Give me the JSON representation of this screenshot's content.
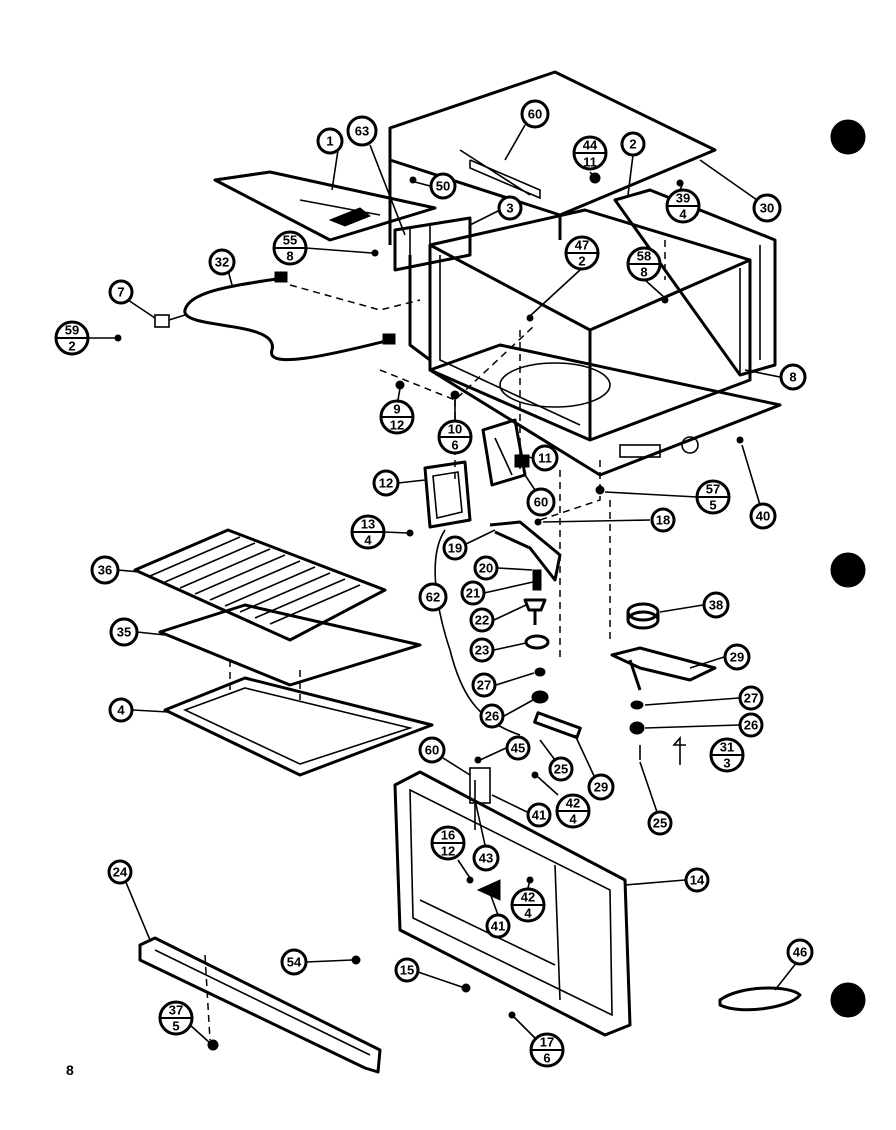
{
  "page_number": "8",
  "callouts": [
    {
      "id": "c1",
      "top": "1"
    },
    {
      "id": "c63",
      "top": "63"
    },
    {
      "id": "c60a",
      "top": "60"
    },
    {
      "id": "c44",
      "top": "44",
      "bottom": "11"
    },
    {
      "id": "c2",
      "top": "2"
    },
    {
      "id": "c30a",
      "top": "30"
    },
    {
      "id": "c39",
      "top": "39",
      "bottom": "4"
    },
    {
      "id": "c50",
      "top": "50"
    },
    {
      "id": "c3",
      "top": "3"
    },
    {
      "id": "c55",
      "top": "55",
      "bottom": "8"
    },
    {
      "id": "c47",
      "top": "47",
      "bottom": "2"
    },
    {
      "id": "c58",
      "top": "58",
      "bottom": "8"
    },
    {
      "id": "c32",
      "top": "32"
    },
    {
      "id": "c7",
      "top": "7"
    },
    {
      "id": "c59",
      "top": "59",
      "bottom": "2"
    },
    {
      "id": "c8",
      "top": "8"
    },
    {
      "id": "c9",
      "top": "9",
      "bottom": "12"
    },
    {
      "id": "c10",
      "top": "10",
      "bottom": "6"
    },
    {
      "id": "c11",
      "top": "11"
    },
    {
      "id": "c60b",
      "top": "60"
    },
    {
      "id": "c57a",
      "top": "57",
      "bottom": "5"
    },
    {
      "id": "c40",
      "top": "40"
    },
    {
      "id": "c12",
      "top": "12"
    },
    {
      "id": "c18",
      "top": "18"
    },
    {
      "id": "c13",
      "top": "13",
      "bottom": "4"
    },
    {
      "id": "c19",
      "top": "19"
    },
    {
      "id": "c36",
      "top": "36"
    },
    {
      "id": "c20",
      "top": "20"
    },
    {
      "id": "c21",
      "top": "21"
    },
    {
      "id": "c62",
      "top": "62"
    },
    {
      "id": "c22",
      "top": "22"
    },
    {
      "id": "c38",
      "top": "38"
    },
    {
      "id": "c35",
      "top": "35"
    },
    {
      "id": "c23",
      "top": "23"
    },
    {
      "id": "c29a",
      "top": "29"
    },
    {
      "id": "c27a",
      "top": "27"
    },
    {
      "id": "c27b",
      "top": "27"
    },
    {
      "id": "c4",
      "top": "4"
    },
    {
      "id": "c26a",
      "top": "26"
    },
    {
      "id": "c26b",
      "top": "26"
    },
    {
      "id": "c60c",
      "top": "60"
    },
    {
      "id": "c45",
      "top": "45"
    },
    {
      "id": "c31",
      "top": "31",
      "bottom": "3"
    },
    {
      "id": "c25a",
      "top": "25"
    },
    {
      "id": "c29b",
      "top": "29"
    },
    {
      "id": "c42a",
      "top": "42",
      "bottom": "4"
    },
    {
      "id": "c41a",
      "top": "41"
    },
    {
      "id": "c25b",
      "top": "25"
    },
    {
      "id": "c16",
      "top": "16",
      "bottom": "12"
    },
    {
      "id": "c43",
      "top": "43"
    },
    {
      "id": "c14",
      "top": "14"
    },
    {
      "id": "c24",
      "top": "24"
    },
    {
      "id": "c42b",
      "top": "42",
      "bottom": "4"
    },
    {
      "id": "c41b",
      "top": "41"
    },
    {
      "id": "c46",
      "top": "46"
    },
    {
      "id": "c54",
      "top": "54"
    },
    {
      "id": "c15",
      "top": "15"
    },
    {
      "id": "c37",
      "top": "37",
      "bottom": "5"
    },
    {
      "id": "c17",
      "top": "17",
      "bottom": "6"
    }
  ]
}
